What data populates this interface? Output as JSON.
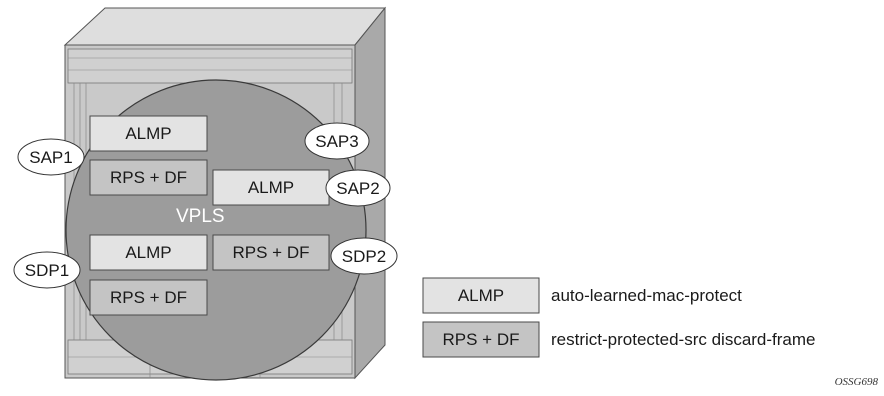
{
  "diagram": {
    "vpls_label": "VPLS",
    "boxes": {
      "almp_1": "ALMP",
      "rps_df_1": "RPS + DF",
      "almp_2": "ALMP",
      "almp_3": "ALMP",
      "rps_df_2": "RPS + DF",
      "rps_df_3": "RPS + DF"
    },
    "endpoints": {
      "sap1": "SAP1",
      "sap2": "SAP2",
      "sap3": "SAP3",
      "sdp1": "SDP1",
      "sdp2": "SDP2"
    },
    "legend": [
      {
        "key": "ALMP",
        "description": "auto-learned-mac-protect"
      },
      {
        "key": "RPS + DF",
        "description": "restrict-protected-src discard-frame"
      }
    ],
    "figure_id": "OSSG698",
    "colors": {
      "chassis_front": "#c9c9c9",
      "chassis_top": "#dedede",
      "chassis_side": "#a9a9a9",
      "vpls_fill": "#9c9c9c",
      "almp_fill": "#e3e3e3",
      "rps_fill": "#c4c4c4",
      "vpls_text": "#ffffff"
    }
  }
}
